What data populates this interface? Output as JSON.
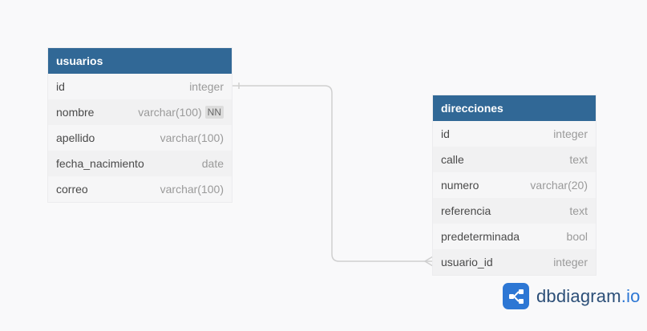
{
  "tables": [
    {
      "name": "usuarios",
      "columns": [
        {
          "name": "id",
          "type": "integer",
          "badge": ""
        },
        {
          "name": "nombre",
          "type": "varchar(100)",
          "badge": "NN"
        },
        {
          "name": "apellido",
          "type": "varchar(100)",
          "badge": ""
        },
        {
          "name": "fecha_nacimiento",
          "type": "date",
          "badge": ""
        },
        {
          "name": "correo",
          "type": "varchar(100)",
          "badge": ""
        }
      ]
    },
    {
      "name": "direcciones",
      "columns": [
        {
          "name": "id",
          "type": "integer",
          "badge": ""
        },
        {
          "name": "calle",
          "type": "text",
          "badge": ""
        },
        {
          "name": "numero",
          "type": "varchar(20)",
          "badge": ""
        },
        {
          "name": "referencia",
          "type": "text",
          "badge": ""
        },
        {
          "name": "predeterminada",
          "type": "bool",
          "badge": ""
        },
        {
          "name": "usuario_id",
          "type": "integer",
          "badge": ""
        }
      ]
    }
  ],
  "relationship": {
    "from": "usuarios.id",
    "to": "direcciones.usuario_id",
    "from_cardinality": "one",
    "to_cardinality": "many"
  },
  "branding": {
    "name": "dbdiagram",
    "tld": ".io",
    "logo_icon": "share-nodes-icon",
    "accent_color": "#2d77d4"
  },
  "colors": {
    "header": "#316896",
    "canvas": "#f9f9fa"
  }
}
